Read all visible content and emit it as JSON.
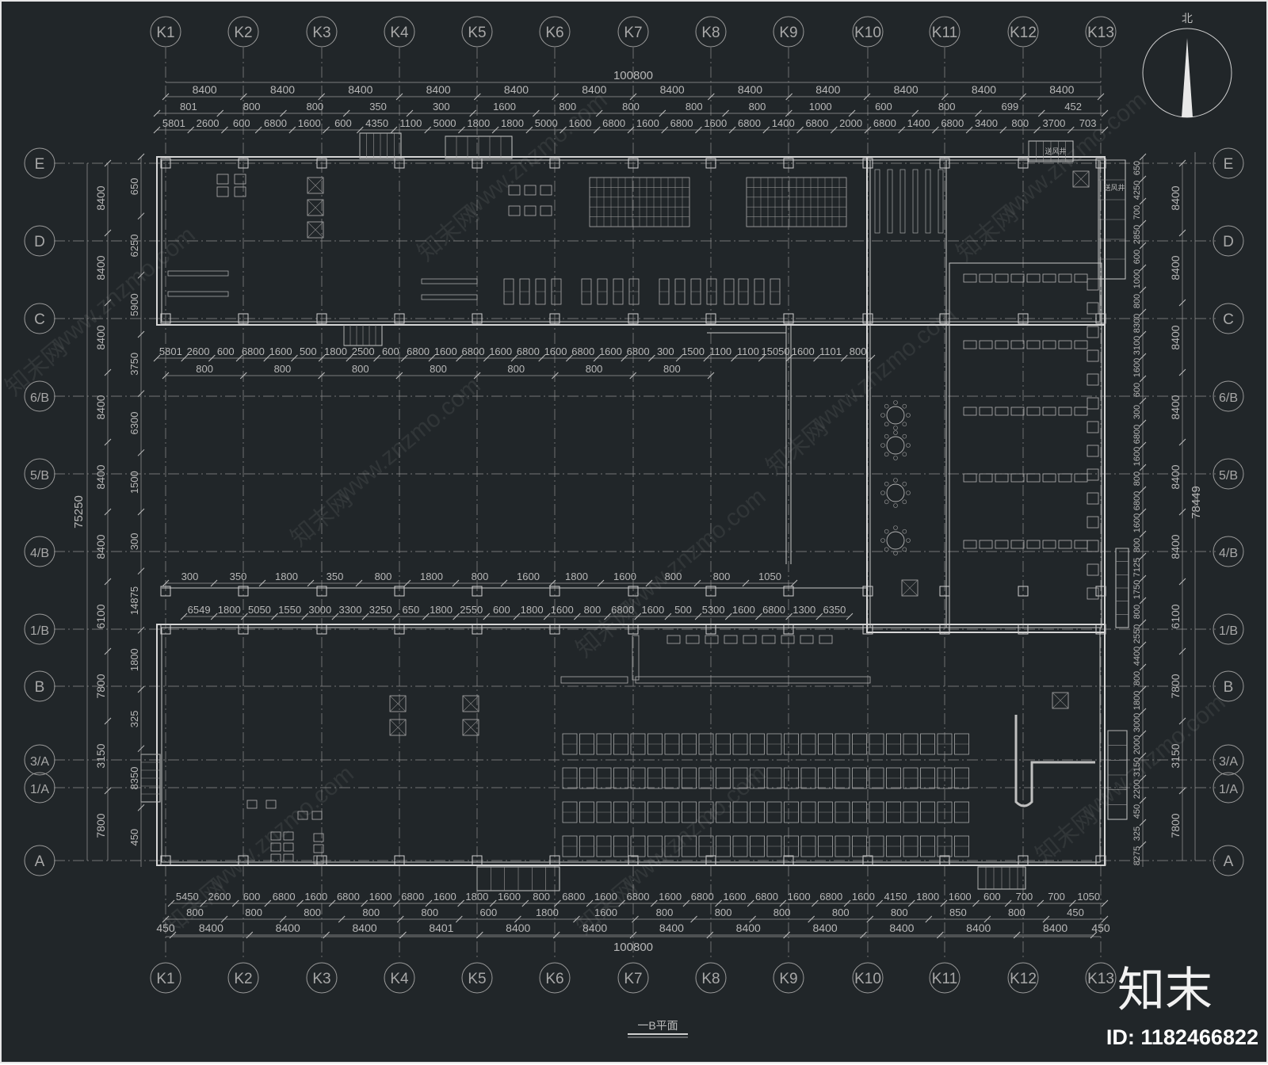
{
  "title": "一B平面",
  "north": "北",
  "columns": [
    "K1",
    "K2",
    "K3",
    "K4",
    "K5",
    "K6",
    "K7",
    "K8",
    "K9",
    "K10",
    "K11",
    "K12",
    "K13"
  ],
  "rows": [
    "E",
    "D",
    "C",
    "6/B",
    "5/B",
    "4/B",
    "1/B",
    "B",
    "3/A",
    "1/A",
    "A"
  ],
  "overall_width": "100800",
  "overall_height": "75250",
  "overall_height_right": "78449",
  "bay_dims_top": [
    "8400",
    "8400",
    "8400",
    "8400",
    "8400",
    "8400",
    "8400",
    "8400",
    "8400",
    "8400",
    "8400",
    "8400"
  ],
  "bay_dims_bottom": [
    "8400",
    "8400",
    "8400",
    "8401",
    "8400",
    "8400",
    "8400",
    "8400",
    "8400",
    "8400",
    "8400",
    "8400"
  ],
  "bottom_edge_first": "450",
  "bottom_edge_last": "450",
  "row2_top": [
    "801",
    "800",
    "800",
    "350",
    "300",
    "1600",
    "800",
    "800",
    "800",
    "800",
    "1000",
    "600",
    "800",
    "699",
    "452"
  ],
  "row3_top": [
    "5801",
    "2600",
    "600",
    "6800",
    "1600",
    "600",
    "4350",
    "1100",
    "5000",
    "1800",
    "1800",
    "5000",
    "1600",
    "6800",
    "1600",
    "6800",
    "1600",
    "6800",
    "1400",
    "6800",
    "2000",
    "6800",
    "1400",
    "6800",
    "3400",
    "800",
    "3700",
    "703"
  ],
  "row_c_dims": [
    "5801",
    "2600",
    "600",
    "6800",
    "1600",
    "500",
    "1800",
    "2500",
    "600",
    "6800",
    "1600",
    "6800",
    "1600",
    "6800",
    "1600",
    "6800",
    "1600",
    "6800",
    "300",
    "1500",
    "1100",
    "1100",
    "15050",
    "1600",
    "1101",
    "800"
  ],
  "row_c_sub": [
    "800",
    "800",
    "800",
    "800",
    "800",
    "800",
    "800"
  ],
  "row_4b_dims": [
    "300",
    "350",
    "1800",
    "350",
    "800",
    "1800",
    "800",
    "1600",
    "1800",
    "1600",
    "800",
    "800",
    "1050"
  ],
  "row_4b_sub": [
    "6549",
    "1800",
    "5050",
    "1550",
    "3000",
    "3300",
    "3250",
    "650",
    "1800",
    "2550",
    "600",
    "1800",
    "1600",
    "800",
    "6800",
    "1600",
    "500",
    "5300",
    "1600",
    "6800",
    "1300",
    "6350"
  ],
  "row_bot_dims": [
    "5450",
    "2600",
    "600",
    "6800",
    "1600",
    "6800",
    "1600",
    "6800",
    "1600",
    "1800",
    "1600",
    "800",
    "6800",
    "1600",
    "6800",
    "1600",
    "6800",
    "1600",
    "6800",
    "1600",
    "6800",
    "1600",
    "4150",
    "1800",
    "1600",
    "600",
    "700",
    "700",
    "1050"
  ],
  "row_bot_sub": [
    "800",
    "800",
    "800",
    "800",
    "800",
    "600",
    "1800",
    "1600",
    "800",
    "800",
    "800",
    "800",
    "800",
    "850",
    "800",
    "450"
  ],
  "left_dims": [
    "650",
    "6250",
    "5900",
    "3750",
    "6300",
    "1500",
    "300",
    "14875",
    "1800",
    "325",
    "8350",
    "450"
  ],
  "left_dims_outer": [
    "8400",
    "8400",
    "8400",
    "8400",
    "8400",
    "8400",
    "6100",
    "7800",
    "3150",
    "7800"
  ],
  "right_dims": [
    "650",
    "4250",
    "700",
    "2850",
    "600",
    "1000",
    "800",
    "8300",
    "3100",
    "1600",
    "600",
    "300",
    "6800",
    "1600",
    "800",
    "6800",
    "1600",
    "800",
    "7125",
    "1750",
    "800",
    "2550",
    "4400",
    "800",
    "1800",
    "3000",
    "2000",
    "3150",
    "2200",
    "450",
    "325",
    "8275"
  ],
  "right_dims_outer": [
    "8400",
    "8400",
    "8400",
    "8400",
    "8400",
    "8400",
    "6100",
    "7800",
    "3150",
    "7800"
  ],
  "room_labels": [
    "送风井",
    "送风井"
  ],
  "watermark_text": "www.znzmo.com",
  "watermark_cn": "知末网",
  "brand": "知末",
  "id_text": "ID: 1182466822"
}
